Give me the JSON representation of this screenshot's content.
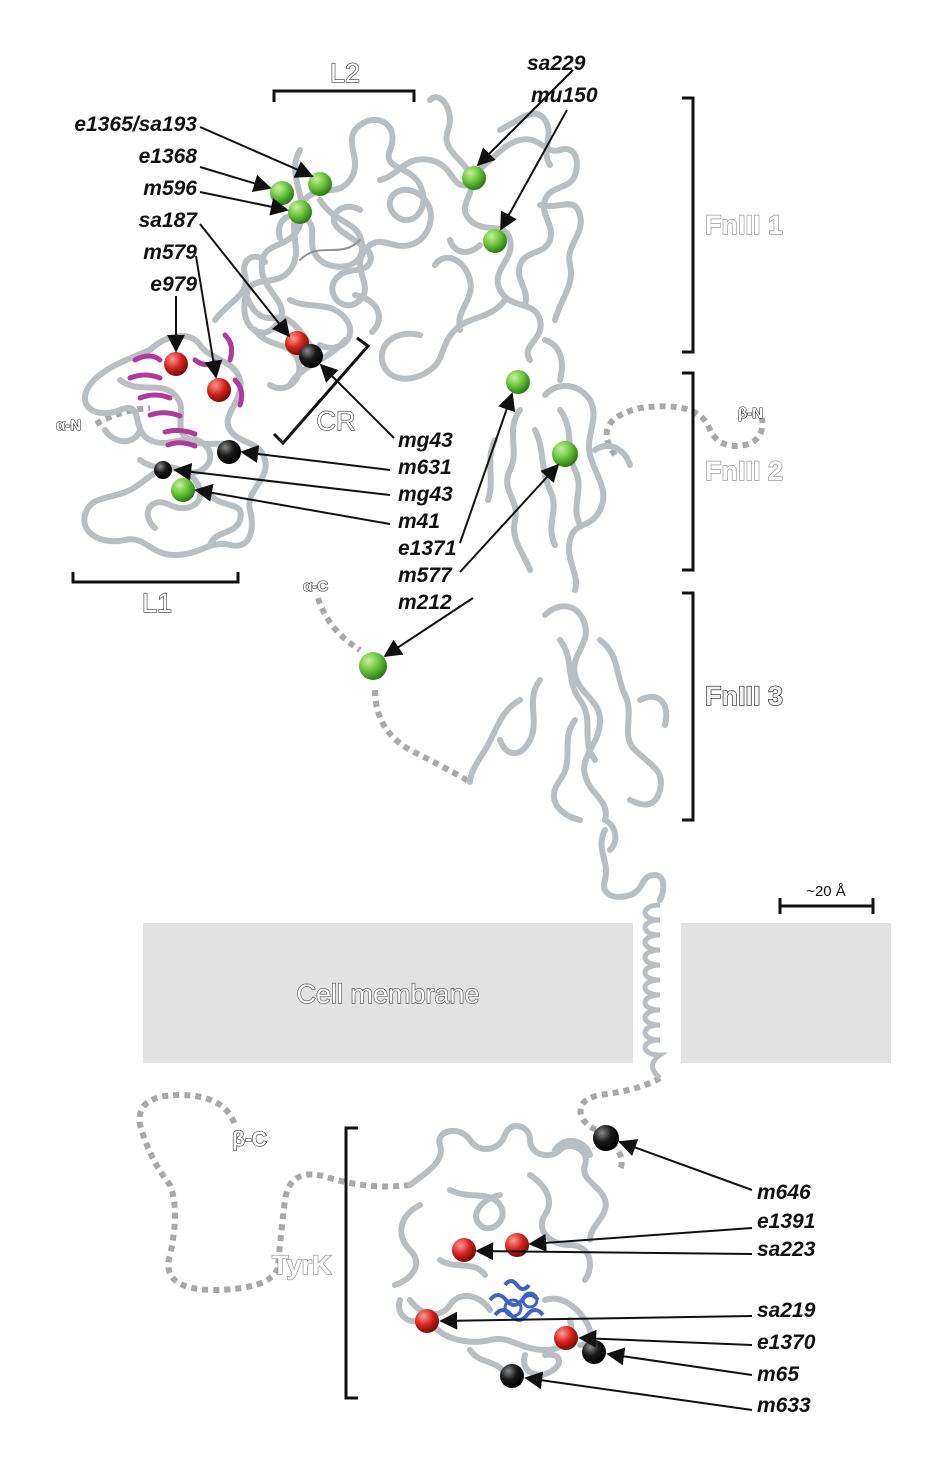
{
  "regions": {
    "l2": "L2",
    "l1": "L1",
    "cr": "CR",
    "fn1": "FnIII 1",
    "fn2": "FnIII 2",
    "fn3": "FnIII 3",
    "tyrk": "TyrK",
    "membrane": "Cell membrane"
  },
  "termini": {
    "alpha_n": "α-N",
    "alpha_c": "α-C",
    "beta_n": "β-N",
    "beta_c": "β-C"
  },
  "scale_bar": "~20 Å",
  "mutations": {
    "e1365_sa193": "e1365/sa193",
    "e1368": "e1368",
    "m596": "m596",
    "sa187": "sa187",
    "m579": "m579",
    "e979": "e979",
    "sa229": "sa229",
    "mu150": "mu150",
    "mg43_a": "mg43",
    "m631": "m631",
    "mg43_b": "mg43",
    "m41": "m41",
    "e1371": "e1371",
    "m577": "m577",
    "m212": "m212",
    "m646": "m646",
    "e1391": "e1391",
    "sa223": "sa223",
    "sa219": "sa219",
    "e1370": "e1370",
    "m65": "m65",
    "m633": "m633"
  },
  "colors": {
    "green_sphere": "#66c23a",
    "red_sphere": "#d6231c",
    "black_sphere": "#1a1a1a",
    "ribbon": "#b9bec2",
    "magenta": "#b0399e",
    "blue": "#3f63c4",
    "membrane": "#e2e2e2"
  }
}
